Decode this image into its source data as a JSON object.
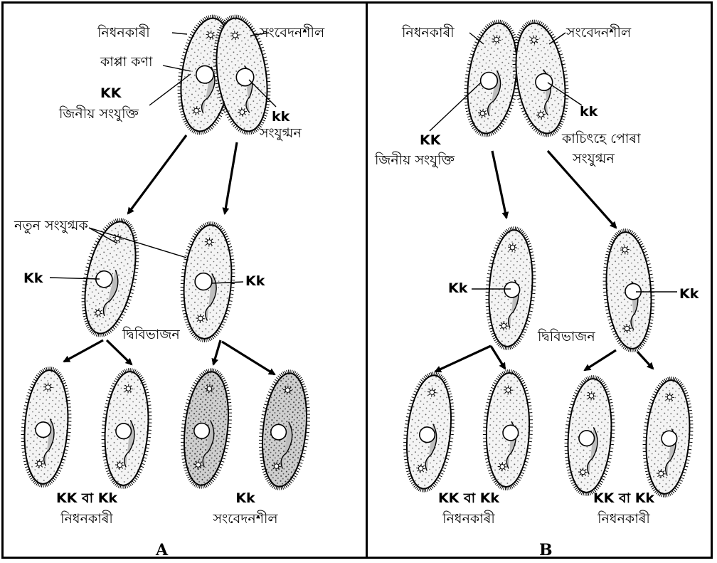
{
  "panels": [
    {
      "letter": "A",
      "parents": {
        "left_label": "নিধনকাৰী",
        "right_label": "সংবেদনশীল",
        "kappa_label": "কাপ্পা কণা",
        "left_genotype": "KK",
        "left_caption": "জিনীয় সংযুক্তি",
        "right_genotype": "kk",
        "right_caption": "সংযুগ্মন"
      },
      "middle": {
        "new_conjugant_label": "নতুন সংযুগ্মক",
        "left_genotype": "Kk",
        "right_genotype": "Kk",
        "division_label": "দ্বিবিভাজন"
      },
      "bottom": [
        {
          "genotype": "KK বা Kk",
          "phenotype": "নিধনকাৰী"
        },
        {
          "genotype": "Kk",
          "phenotype": "সংবেদনশীল"
        }
      ]
    },
    {
      "letter": "B",
      "parents": {
        "left_label": "নিধনকাৰী",
        "right_label": "সংবেদনশীল",
        "right_genotype": "kk",
        "left_genotype": "KK",
        "left_caption": "জিনীয় সংযুক্তি",
        "right_caption_line1": "কাচিৎহে পোৰা",
        "right_caption_line2": "সংযুগ্মন"
      },
      "middle": {
        "left_genotype": "Kk",
        "right_genotype": "Kk",
        "division_label": "দ্বিবিভাজন"
      },
      "bottom": [
        {
          "genotype": "KK বা Kk",
          "phenotype": "নিধনকাৰী"
        },
        {
          "genotype": "KK বা Kk",
          "phenotype": "নিধনকাৰী"
        }
      ]
    }
  ]
}
